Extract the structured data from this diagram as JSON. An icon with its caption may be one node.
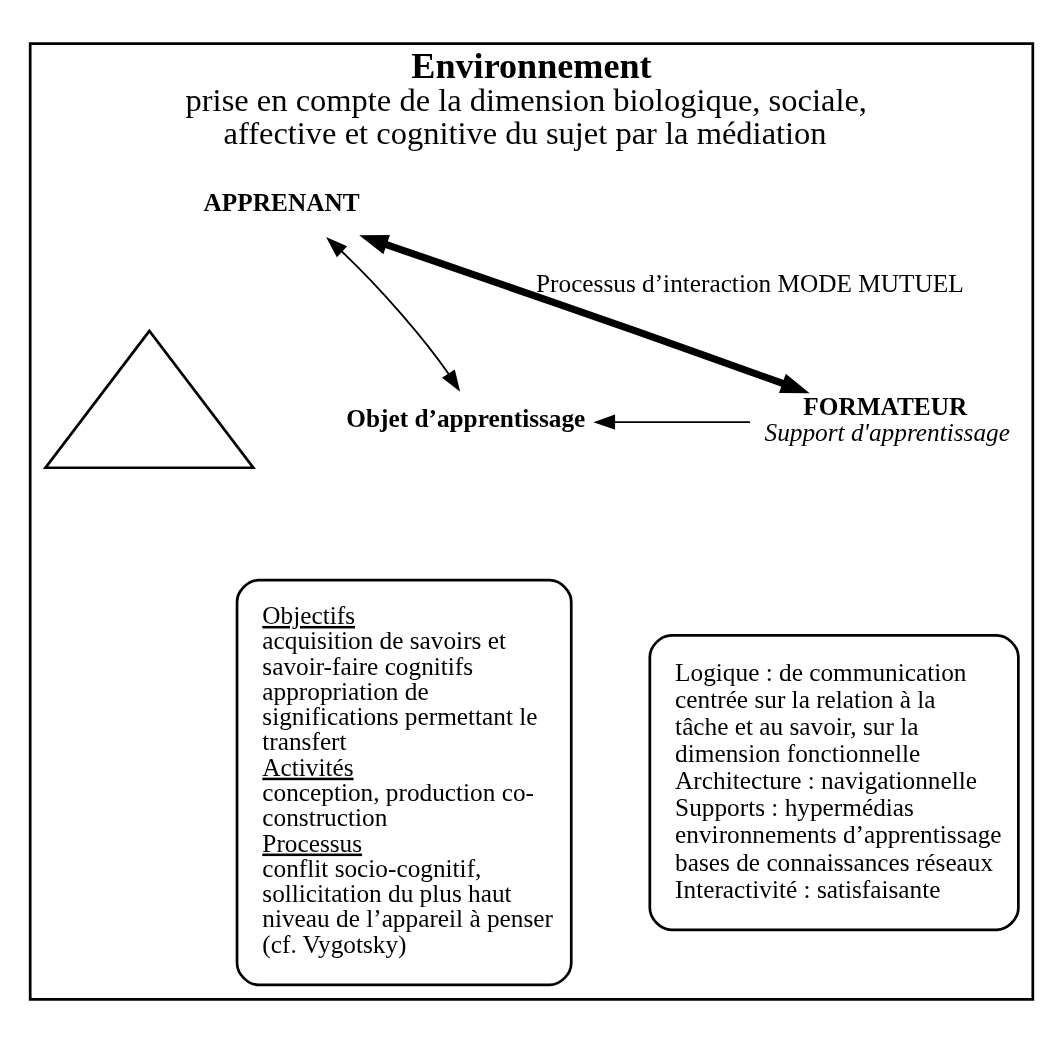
{
  "diagram": {
    "nodes": [
      {
        "text": [
          "Environnement",
          "prise en compte de la dimension biologique, sociale, affective et cognitive du sujet par la médiation"
        ]
      },
      {
        "text": [
          "APPRENANT"
        ],
        "in": 0
      },
      {
        "text": [],
        "shape": "triangle",
        "in": 0
      },
      {
        "text": [
          "FORMATEUR",
          "Support d'apprentissage"
        ],
        "in": 0
      },
      {
        "text": [
          "Objet d’apprentissage"
        ],
        "in": 0
      },
      {
        "text": [
          "Logique : de communication centrée sur la relation à la tâche et au savoir, sur la dimension fonctionnelle",
          "Architecture : navigationnelle",
          "Supports : hypermédias environnements d’apprentissage bases de connaissances réseaux",
          "Interactivité : satisfaisante"
        ],
        "in": 0
      },
      {
        "text": [
          "Objectifs",
          "acquisition de savoirs et savoir-faire cognitifs appropriation de significations permettant le transfert",
          "Activités",
          "conception, production co-construction",
          "Processus",
          "conflit socio-cognitif, sollicitation du plus haut niveau de l’appareil à penser (cf. Vygotsky)"
        ],
        "in": 0
      }
    ],
    "edges": [
      {
        "from": 3,
        "to": 1,
        "arrow": "both",
        "style": "thick",
        "label": "Processus d’interaction MODE MUTUEL"
      },
      {
        "from": 1,
        "to": 4,
        "arrow": "both"
      },
      {
        "from": 3,
        "to": 4,
        "arrow": "to"
      }
    ]
  }
}
